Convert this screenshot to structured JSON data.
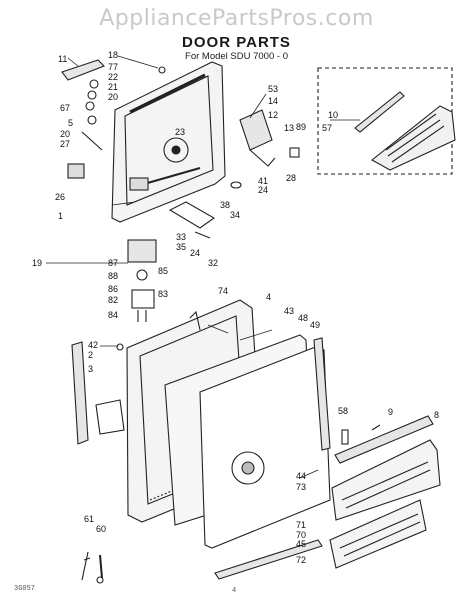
{
  "watermark": "AppliancePartsPros.com",
  "title": "DOOR PARTS",
  "subtitle": "For Model SDU 7000 - 0",
  "footer_left": "3G057",
  "footer_page": "4",
  "callouts": [
    "11",
    "18",
    "77",
    "22",
    "21",
    "20",
    "67",
    "5",
    "20",
    "27",
    "26",
    "1",
    "23",
    "53",
    "14",
    "12",
    "89",
    "13",
    "10",
    "57",
    "41",
    "24",
    "28",
    "38",
    "34",
    "33",
    "35",
    "24",
    "32",
    "19",
    "87",
    "88",
    "85",
    "86",
    "83",
    "82",
    "84",
    "74",
    "4",
    "43",
    "48",
    "49",
    "42",
    "2",
    "3",
    "58",
    "9",
    "8",
    "44",
    "73",
    "71",
    "70",
    "45",
    "72",
    "61",
    "60"
  ]
}
